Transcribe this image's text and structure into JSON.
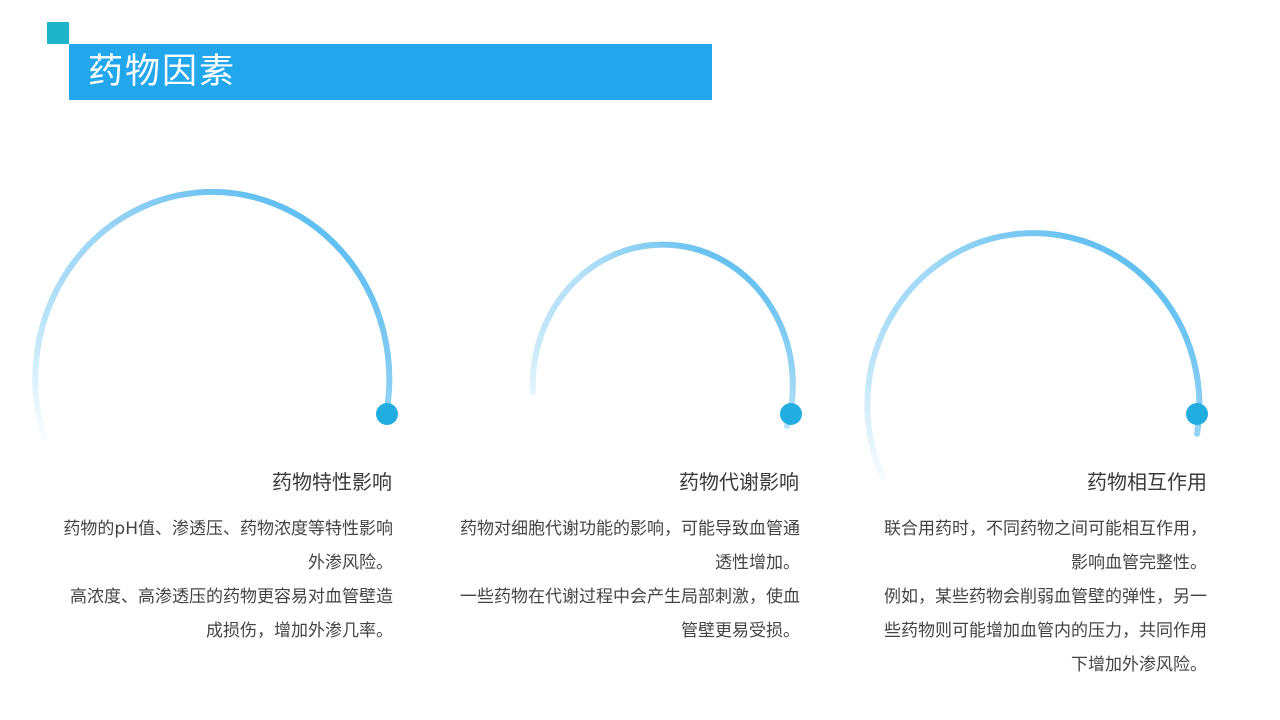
{
  "slide": {
    "title": "药物因素",
    "colors": {
      "accent_square": "#1fb5c9",
      "title_bar": "#22a7ec",
      "timeline": "#22a7ec"
    }
  },
  "sections": [
    {
      "heading": "药物特性影响",
      "lines": [
        "药物的pH值、渗透压、药物浓度等特性影响外渗风险。",
        "高浓度、高渗透压的药物更容易对血管壁造成损伤，增加外渗几率。"
      ]
    },
    {
      "heading": "药物代谢影响",
      "lines": [
        "药物对细胞代谢功能的影响，可能导致血管通透性增加。",
        "一些药物在代谢过程中会产生局部刺激，使血管壁更易受损。"
      ]
    },
    {
      "heading": "药物相互作用",
      "lines": [
        "联合用药时，不同药物之间可能相互作用，影响血管完整性。",
        "例如，某些药物会削弱血管壁的弹性，另一些药物则可能增加血管内的压力，共同作用下增加外渗风险。"
      ]
    }
  ]
}
